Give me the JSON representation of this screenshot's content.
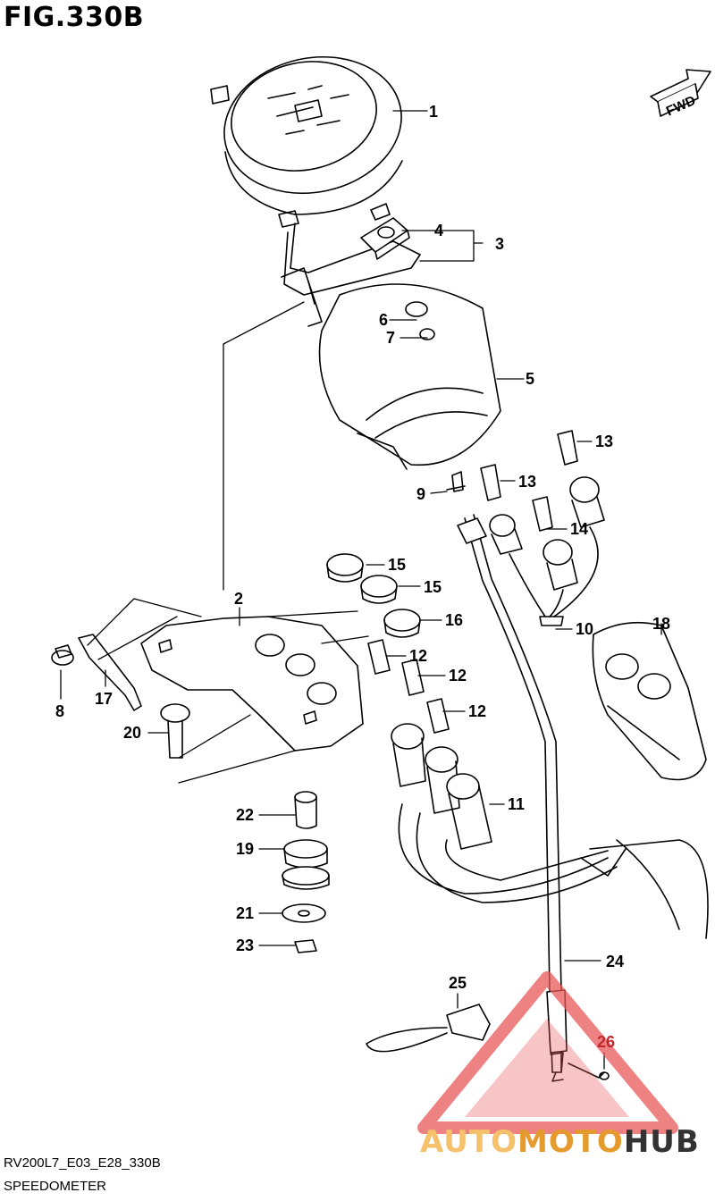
{
  "figure": {
    "title": "FIG.330B",
    "direction_label": "FWD"
  },
  "callouts": [
    "1",
    "3",
    "4",
    "5",
    "6",
    "7",
    "9",
    "13",
    "13",
    "14",
    "15",
    "15",
    "16",
    "10",
    "2",
    "12",
    "12",
    "12",
    "18",
    "8",
    "17",
    "20",
    "11",
    "22",
    "19",
    "21",
    "23",
    "24",
    "25",
    "26"
  ],
  "footer": {
    "code": "RV200L7_E03_E28_330B",
    "name": "SPEEDOMETER"
  },
  "watermark": {
    "part1": "AUTO",
    "part2": "MOTO",
    "part3": "HUB",
    "colors": {
      "triangle": "#e8585a",
      "part1": "#f5c16a",
      "part2": "#e59a2e",
      "part3": "#333333"
    }
  }
}
